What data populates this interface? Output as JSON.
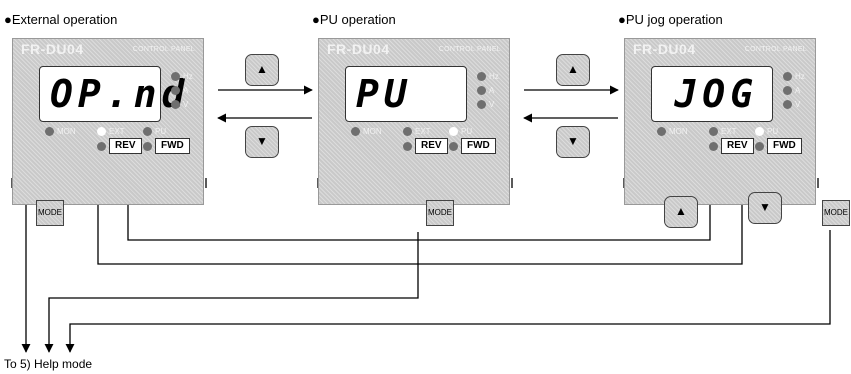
{
  "labels": {
    "external": "●External operation",
    "pu": "●PU operation",
    "jog": "●PU jog operation",
    "help": "To 5) Help mode"
  },
  "panels": [
    {
      "title": "FR-DU04",
      "subtitle": "CONTROL PANEL",
      "display": "OP.nd",
      "units": [
        "Hz",
        "A",
        "V"
      ],
      "mon": "MON",
      "ext": "EXT",
      "pu": "PU",
      "rev": "REV",
      "fwd": "FWD",
      "lit": "EXT"
    },
    {
      "title": "FR-DU04",
      "subtitle": "CONTROL PANEL",
      "display": "PU",
      "units": [
        "Hz",
        "A",
        "V"
      ],
      "mon": "MON",
      "ext": "EXT",
      "pu": "PU",
      "rev": "REV",
      "fwd": "FWD",
      "lit": "PU"
    },
    {
      "title": "FR-DU04",
      "subtitle": "CONTROL PANEL",
      "display": "JOG",
      "units": [
        "Hz",
        "A",
        "V"
      ],
      "mon": "MON",
      "ext": "EXT",
      "pu": "PU",
      "rev": "REV",
      "fwd": "FWD",
      "lit": "PU"
    }
  ],
  "keys": {
    "mode": "MODE",
    "up": "▲",
    "down": "▼"
  }
}
